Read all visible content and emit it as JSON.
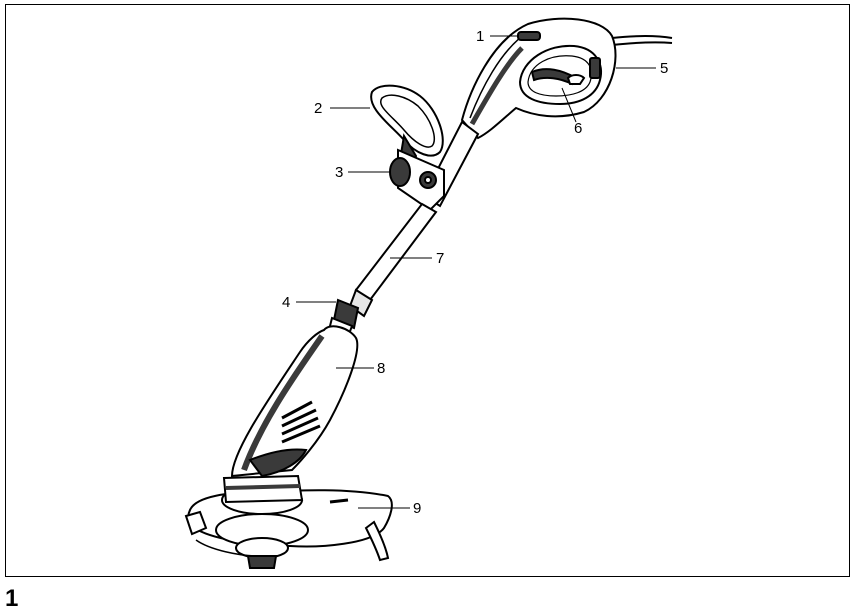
{
  "figure": {
    "number": "1"
  },
  "callouts": [
    "1",
    "2",
    "3",
    "4",
    "5",
    "6",
    "7",
    "8",
    "9"
  ],
  "colors": {
    "line": "#000000",
    "body": "#ffffff",
    "shade": "#3a3a3a",
    "light": "#e6e6e6"
  }
}
